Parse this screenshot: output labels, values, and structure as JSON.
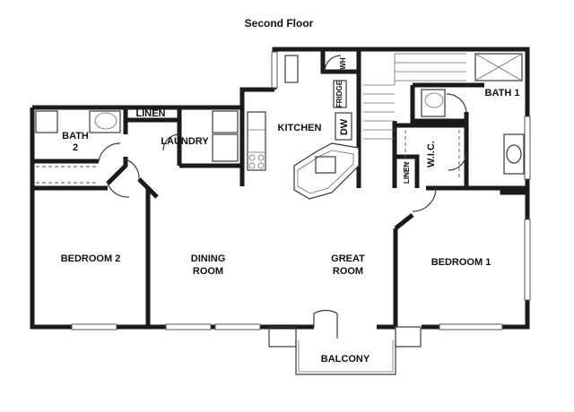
{
  "title": "Second Floor",
  "rooms": {
    "bath2": [
      "BATH",
      "2"
    ],
    "linen_left": "LINEN",
    "laundry": "LAUNDRY",
    "kitchen": "KITCHEN",
    "wh": "WH",
    "fridge": "FRIDGE",
    "dw": "DW",
    "bath1": "BATH 1",
    "wic": "W.I.C.",
    "linen_right": "LINEN",
    "bedroom2": "BEDROOM 2",
    "dining": [
      "DINING",
      "ROOM"
    ],
    "great": [
      "GREAT",
      "ROOM"
    ],
    "bedroom1": "BEDROOM 1",
    "balcony": "BALCONY"
  }
}
